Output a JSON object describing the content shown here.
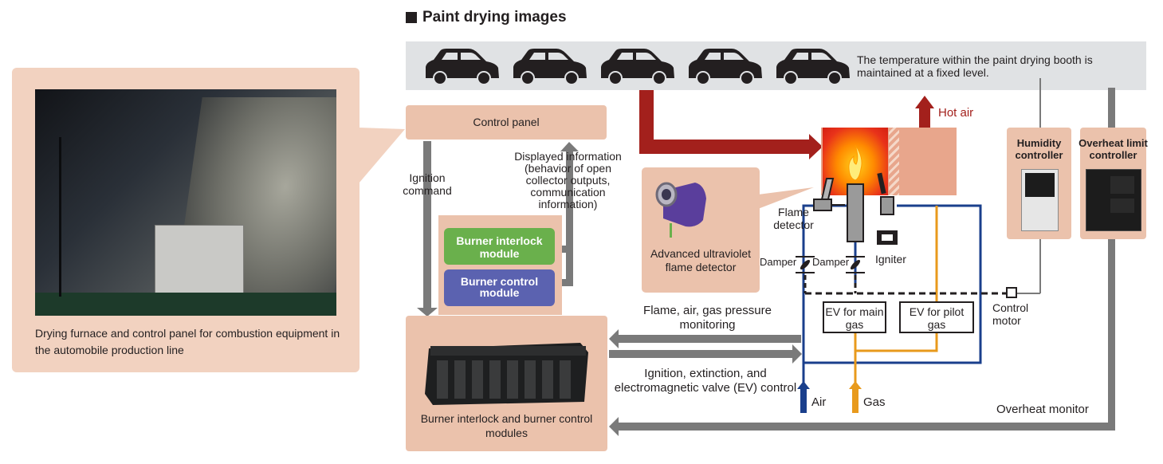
{
  "title": "Paint drying images",
  "booth_text": "The temperature within the paint drying booth is maintained at a fixed level.",
  "photo_caption": "Drying furnace and control panel for combustion equipment in the automobile production line",
  "control_panel": "Control panel",
  "ignition_command": "Ignition command",
  "displayed_information": "Displayed information (behavior of open collector outputs, communication information)",
  "burner_interlock_module": "Burner interlock module",
  "burner_control_module": "Burner control module",
  "modules_caption": "Burner interlock and burner control modules",
  "uv_detector": "Advanced ultraviolet flame detector",
  "flame_detector": "Flame detector",
  "hot_air": "Hot air",
  "damper_left": "Damper",
  "damper_right": "Damper",
  "igniter": "Igniter",
  "ev_main": "EV for main gas",
  "ev_pilot": "EV for pilot gas",
  "control_motor": "Control motor",
  "humidity_controller": "Humidity controller",
  "overheat_limit_controller": "Overheat limit controller",
  "flame_monitoring": "Flame, air, gas pressure monitoring",
  "ignition_control": "Ignition, extinction, and electromagnetic valve (EV) control",
  "air": "Air",
  "gas": "Gas",
  "overheat_monitor": "Overheat monitor",
  "colors": {
    "panel_pink": "#ebc2ac",
    "green_module": "#6ab04c",
    "blue_module": "#5b62b0",
    "air_line": "#1a3f8c",
    "gas_line": "#e89a1c",
    "hot_air_arrow": "#a3201c",
    "gray_line": "#7a7a7a"
  }
}
